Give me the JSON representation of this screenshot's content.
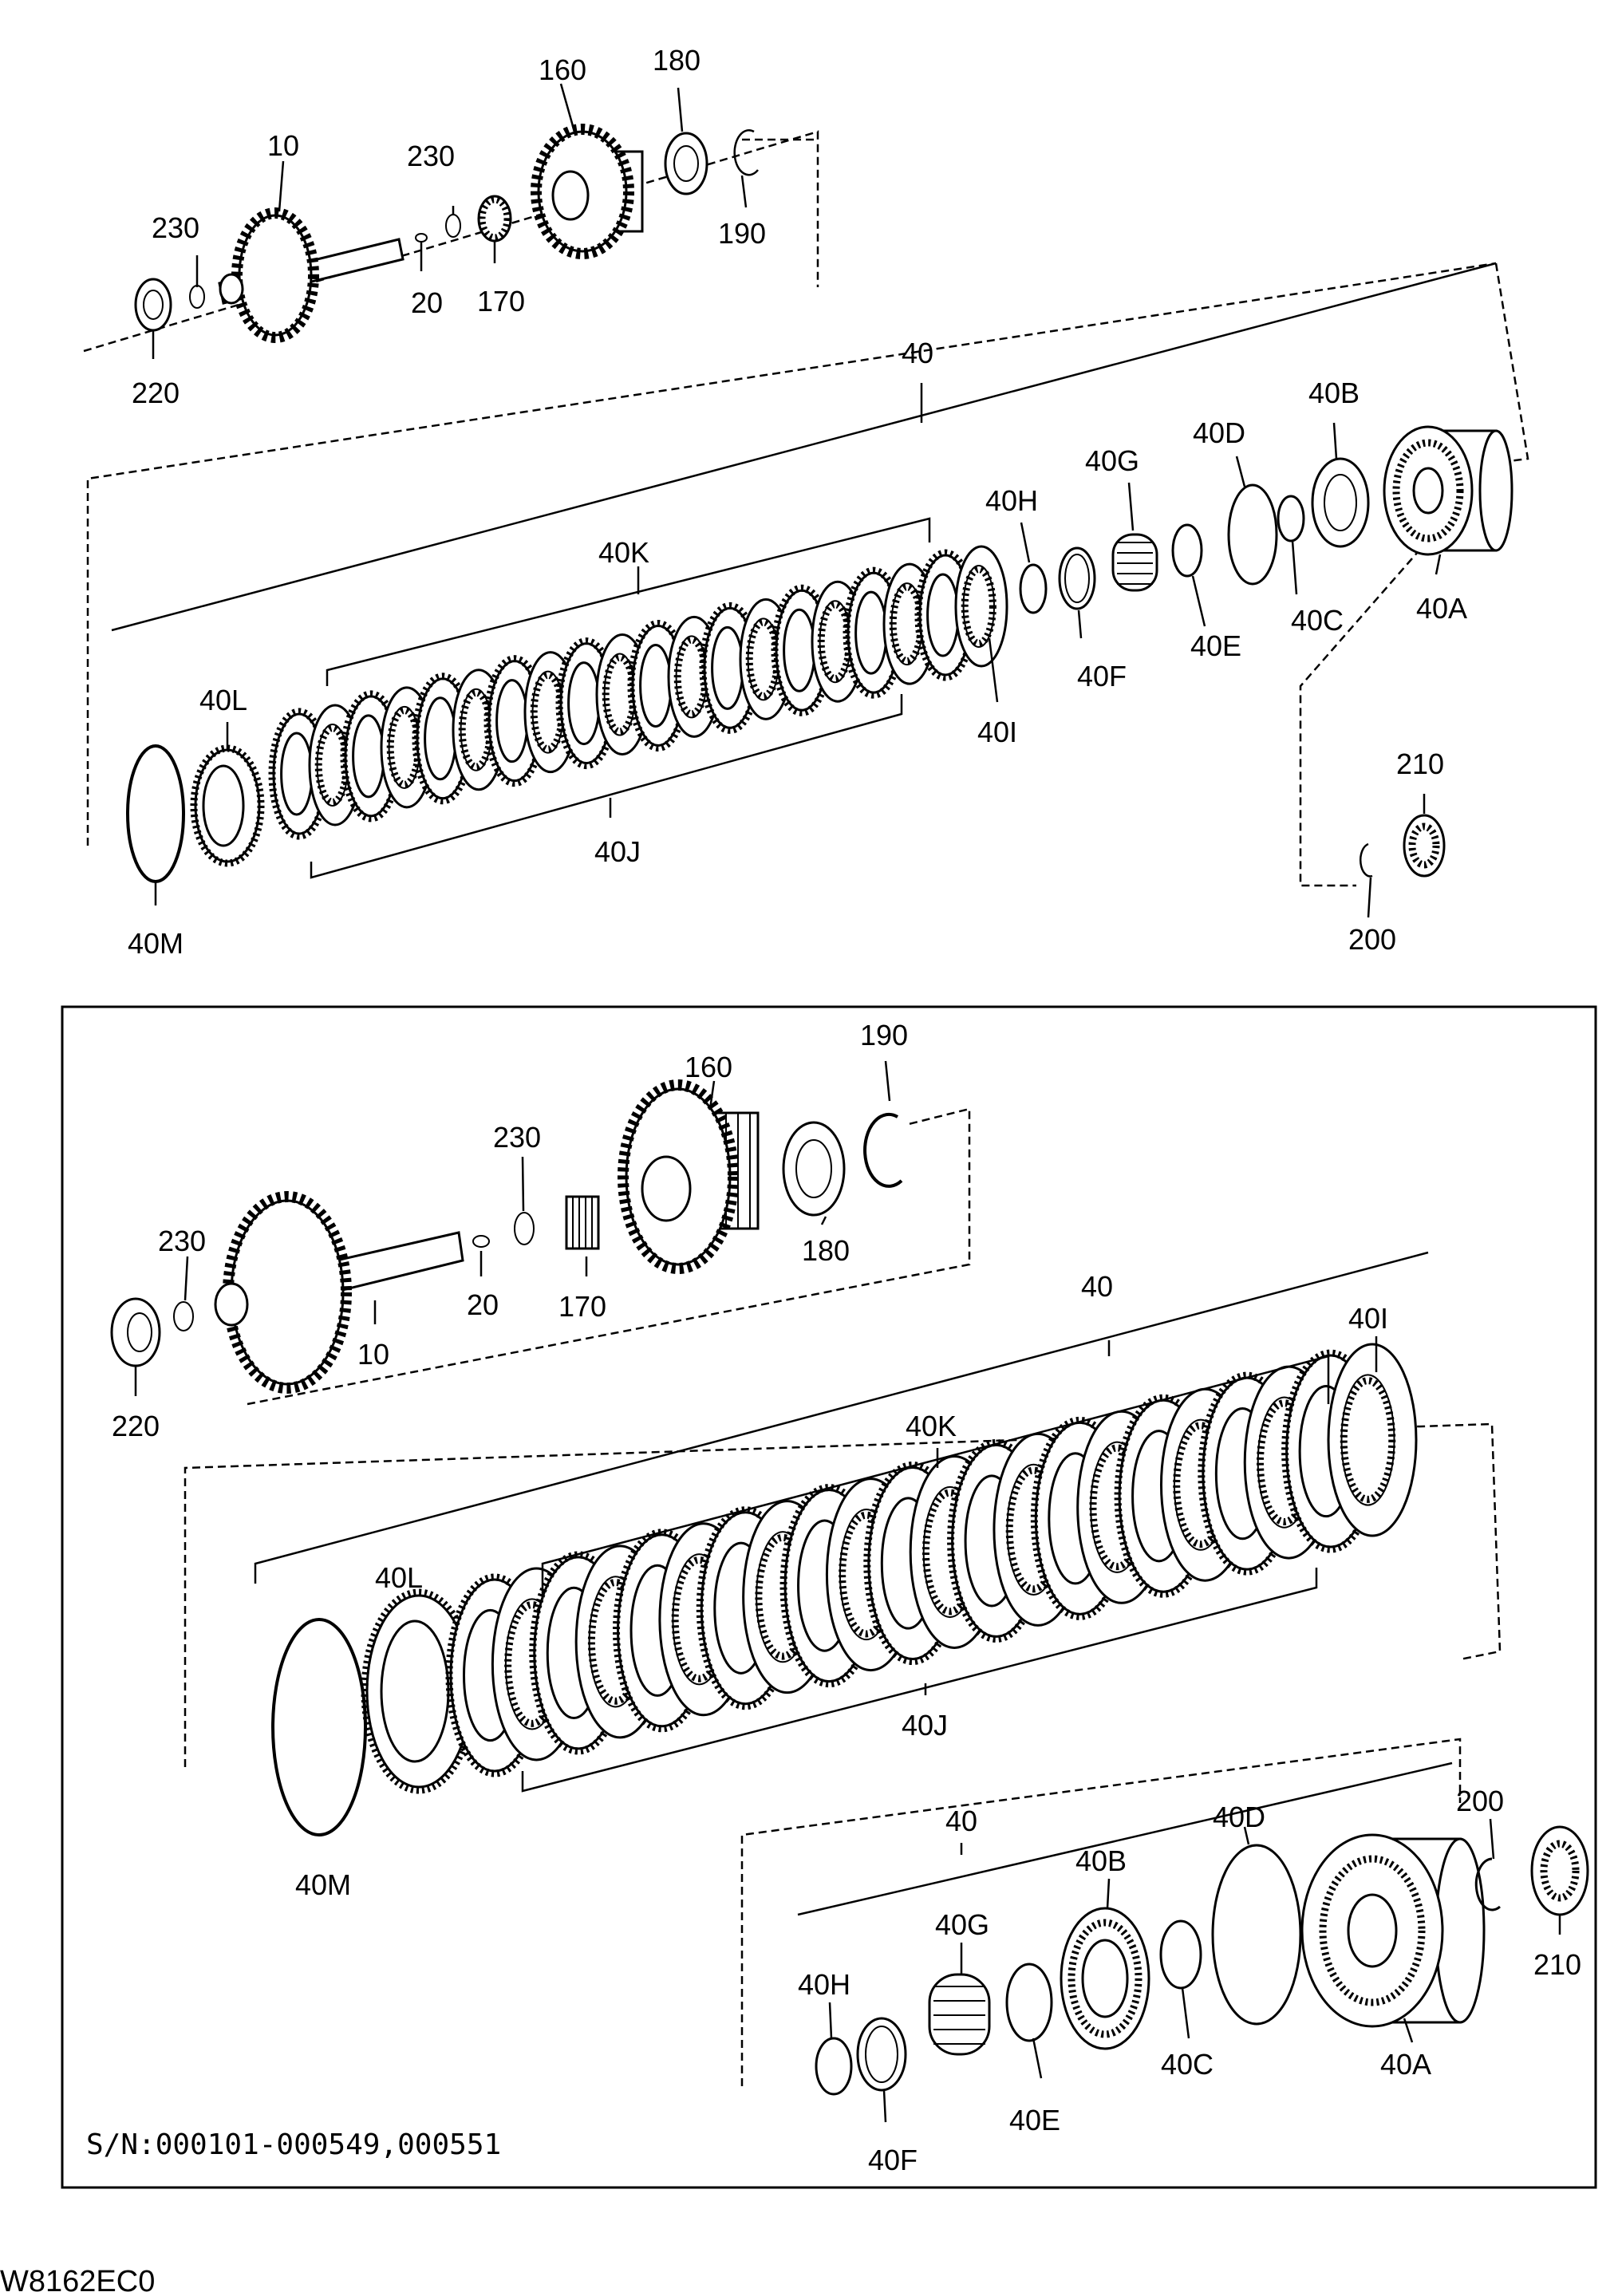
{
  "diagram_code": "W8162EC0",
  "serial_note": "S/N:000101-000549,000551",
  "top_labels": {
    "p10": "10",
    "p20": "20",
    "p160": "160",
    "p170": "170",
    "p180": "180",
    "p190": "190",
    "p200": "200",
    "p210": "210",
    "p220": "220",
    "p230a": "230",
    "p230b": "230",
    "p40": "40",
    "p40A": "40A",
    "p40B": "40B",
    "p40C": "40C",
    "p40D": "40D",
    "p40E": "40E",
    "p40F": "40F",
    "p40G": "40G",
    "p40H": "40H",
    "p40I": "40I",
    "p40J": "40J",
    "p40K": "40K",
    "p40L": "40L",
    "p40M": "40M"
  },
  "bottom_labels": {
    "p10": "10",
    "p20": "20",
    "p160": "160",
    "p170": "170",
    "p180": "180",
    "p190": "190",
    "p200": "200",
    "p210": "210",
    "p220": "220",
    "p230a": "230",
    "p230b": "230",
    "p40a": "40",
    "p40b": "40",
    "p40A": "40A",
    "p40B": "40B",
    "p40C": "40C",
    "p40D": "40D",
    "p40E": "40E",
    "p40F": "40F",
    "p40G": "40G",
    "p40H": "40H",
    "p40I": "40I",
    "p40J": "40J",
    "p40K": "40K",
    "p40L": "40L",
    "p40M": "40M"
  }
}
